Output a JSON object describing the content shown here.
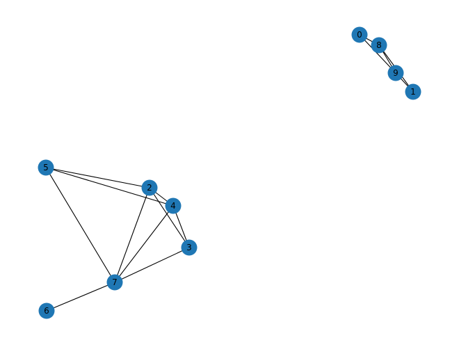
{
  "graph": {
    "node_color": "#1f77b4",
    "edge_color": "#000000",
    "label_color": "#000000",
    "nodes": [
      {
        "id": "0",
        "label": "0"
      },
      {
        "id": "1",
        "label": "1"
      },
      {
        "id": "2",
        "label": "2"
      },
      {
        "id": "3",
        "label": "3"
      },
      {
        "id": "4",
        "label": "4"
      },
      {
        "id": "5",
        "label": "5"
      },
      {
        "id": "6",
        "label": "6"
      },
      {
        "id": "7",
        "label": "7"
      },
      {
        "id": "8",
        "label": "8"
      },
      {
        "id": "9",
        "label": "9"
      }
    ],
    "edges": [
      [
        "0",
        "8"
      ],
      [
        "0",
        "9"
      ],
      [
        "8",
        "9"
      ],
      [
        "8",
        "1"
      ],
      [
        "9",
        "1"
      ],
      [
        "5",
        "2"
      ],
      [
        "5",
        "4"
      ],
      [
        "5",
        "7"
      ],
      [
        "2",
        "4"
      ],
      [
        "2",
        "3"
      ],
      [
        "2",
        "7"
      ],
      [
        "4",
        "3"
      ],
      [
        "4",
        "7"
      ],
      [
        "3",
        "7"
      ],
      [
        "7",
        "6"
      ]
    ]
  }
}
